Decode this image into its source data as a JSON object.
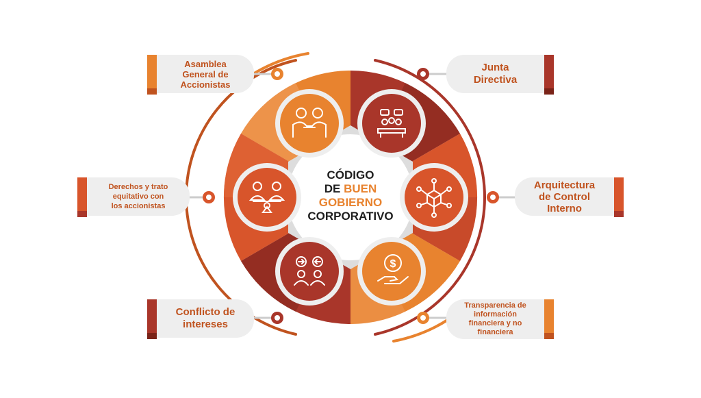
{
  "diagram": {
    "center_title": {
      "line1": "CÓDIGO",
      "line2_prefix": "DE ",
      "line2_accent": "BUEN",
      "line3": "GOBIERNO",
      "line4": "CORPORATIVO"
    },
    "items": [
      {
        "label": "Asamblea\nGeneral de\nAccionistas",
        "icon": "handshake-people-icon",
        "color": "#e8832f",
        "bar_color": "#e8832f",
        "bar_dark": "#c0531f"
      },
      {
        "label": "Junta\nDirectiva",
        "icon": "meeting-table-icon",
        "color": "#a9362a",
        "bar_color": "#a9362a",
        "bar_dark": "#7a2318"
      },
      {
        "label": "Derechos y trato\nequitativo con\nlos accionistas",
        "icon": "balance-people-icon",
        "color": "#d8552b",
        "bar_color": "#d8552b",
        "bar_dark": "#a9362a"
      },
      {
        "label": "Arquitectura\nde Control\nInterno",
        "icon": "network-cube-icon",
        "color": "#d8552b",
        "bar_color": "#d8552b",
        "bar_dark": "#a9362a"
      },
      {
        "label": "Conflicto de\nintereses",
        "icon": "exchange-people-icon",
        "color": "#a9362a",
        "bar_color": "#a9362a",
        "bar_dark": "#7a2318"
      },
      {
        "label": "Transparencia de\ninformación\nfinanciera y no\nfinanciera",
        "icon": "money-hand-icon",
        "color": "#e8832f",
        "bar_color": "#e8832f",
        "bar_dark": "#c0531f"
      }
    ],
    "colors": {
      "orange": "#e8832f",
      "red_orange": "#d8552b",
      "dark_red": "#a9362a",
      "label_bg": "#eeeeee",
      "label_text": "#c0531f",
      "text_dark": "#1e1e1e"
    }
  }
}
